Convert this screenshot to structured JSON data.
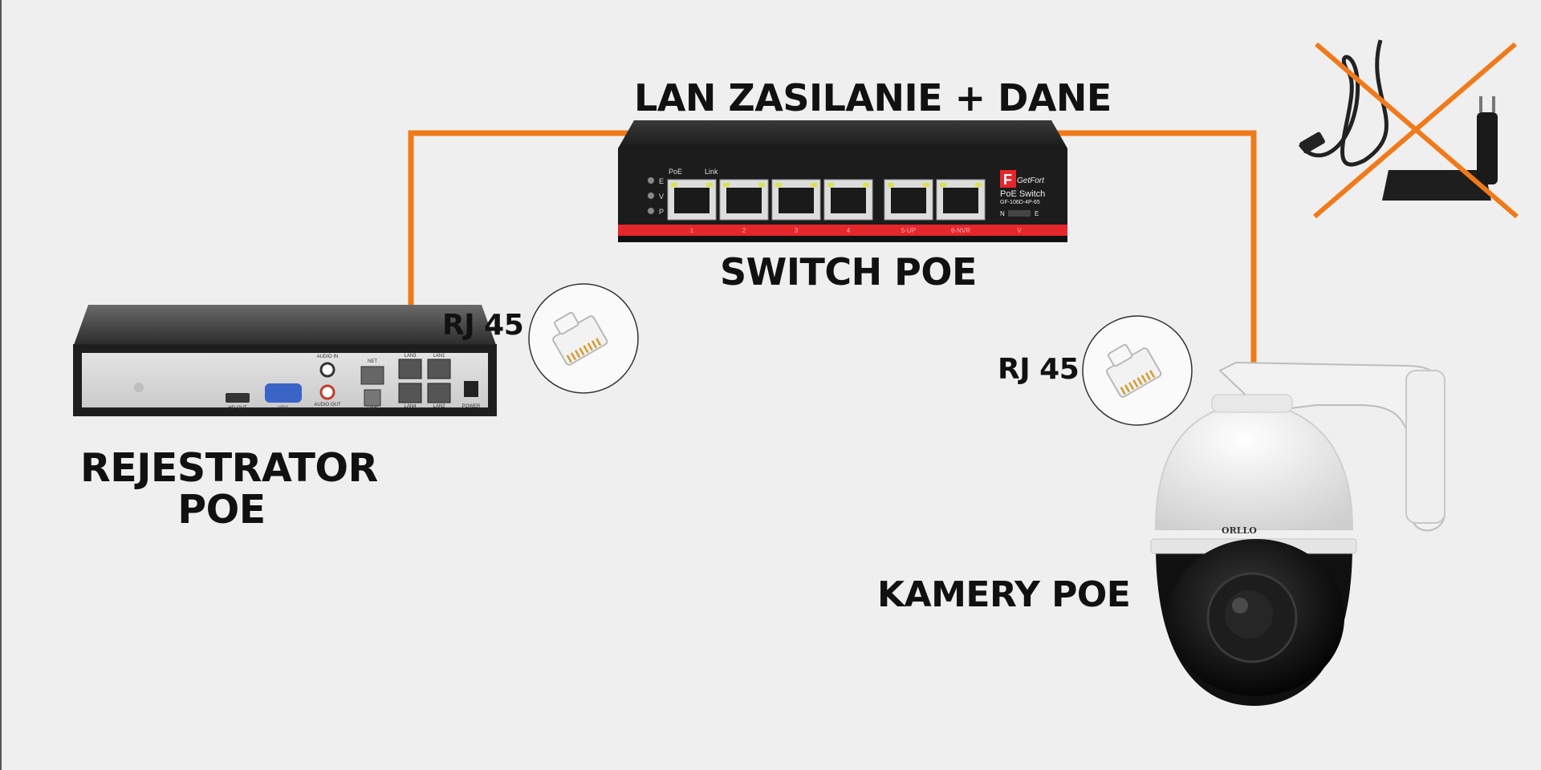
{
  "labels": {
    "top": "LAN ZASILANIE + DANE",
    "switch": "SWITCH POE",
    "recorder": "REJESTRATOR POE",
    "camera": "KAMERY POE",
    "rj45_left": "RJ 45",
    "rj45_right": "RJ 45"
  },
  "switch_device": {
    "brand": "GetFort",
    "model_line1": "PoE Switch",
    "model_line2": "GF-106D-4P-65",
    "indicator_letters": [
      "E",
      "V",
      "P"
    ],
    "header_poe": "PoE",
    "header_link": "Link",
    "port_labels": [
      "1",
      "2",
      "3",
      "4",
      "5-UP",
      "6-NVR"
    ],
    "right_label": "V",
    "switch_n": "N",
    "switch_e": "E"
  },
  "recorder_device": {
    "port_labels": [
      "HD-OUT",
      "VGA",
      "AUDIO IN",
      "AUDIO OUT",
      "NET",
      "USB",
      "LAN3",
      "LAN1",
      "LAN4",
      "LAN2",
      "POWER"
    ]
  },
  "camera_device": {
    "brand": "ORLLO"
  },
  "colors": {
    "cable": "#f07a1a",
    "background": "#efefef",
    "switch_body": "#1c1c1c",
    "switch_stripe": "#e5262b",
    "cross": "#f07a1a"
  }
}
